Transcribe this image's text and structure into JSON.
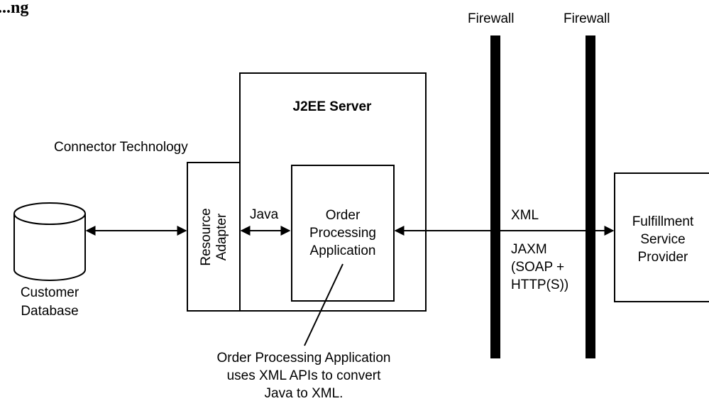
{
  "heading": "...ng",
  "firewall_left": "Firewall",
  "firewall_right": "Firewall",
  "j2ee_server": "J2EE Server",
  "connector_technology": "Connector Technology",
  "resource_adapter": [
    "Resource",
    "Adapter"
  ],
  "java": "Java",
  "order_processing_app": [
    "Order",
    "Processing",
    "Application"
  ],
  "customer_database": [
    "Customer",
    "Database"
  ],
  "xml": "XML",
  "jaxm": [
    "JAXM",
    "(SOAP +",
    "HTTP(S))"
  ],
  "fulfillment": [
    "Fulfillment",
    "Service",
    "Provider"
  ],
  "callout": [
    "Order Processing Application",
    "uses XML APIs to convert",
    "Java to XML."
  ]
}
